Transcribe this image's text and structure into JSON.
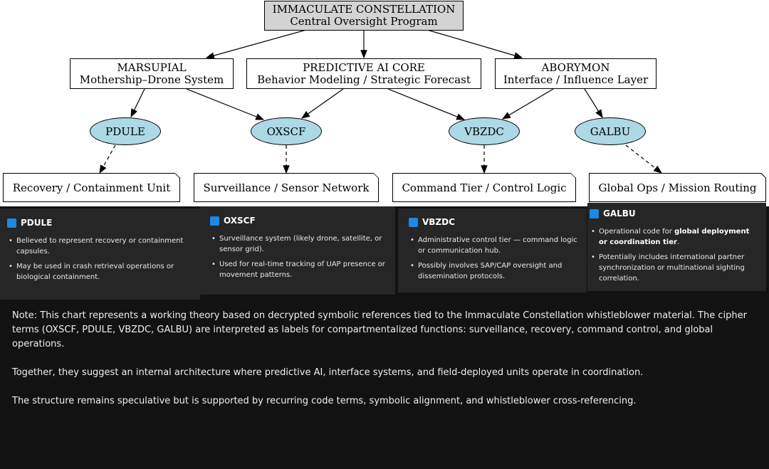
{
  "diagram": {
    "top": {
      "title": "IMMACULATE CONSTELLATION",
      "subtitle": "Central Oversight Program"
    },
    "branches": [
      {
        "title": "MARSUPIAL",
        "subtitle": "Mothership–Drone System"
      },
      {
        "title": "PREDICTIVE AI CORE",
        "subtitle": "Behavior Modeling / Strategic Forecast"
      },
      {
        "title": "ABORYMON",
        "subtitle": "Interface / Influence Layer"
      }
    ],
    "codes": [
      "PDULE",
      "OXSCF",
      "VBZDC",
      "GALBU"
    ],
    "functions": [
      "Recovery / Containment Unit",
      "Surveillance / Sensor Network",
      "Command Tier / Control Logic",
      "Global Ops / Mission Routing"
    ],
    "colors": {
      "top_fill": "#d3d3d3",
      "code_fill": "#add8e6",
      "panel_bg": "#262626",
      "page_bg": "#121212",
      "icon_square": "#1e88e5"
    }
  },
  "panels": [
    {
      "icon": "blue-square-icon",
      "heading": "PDULE",
      "bullets": [
        "Believed to represent recovery or containment capsules.",
        "May be used in crash retrieval operations or biological containment."
      ]
    },
    {
      "icon": "blue-square-icon",
      "heading": "OXSCF",
      "bullets": [
        "Surveillance system (likely drone, satellite, or sensor grid).",
        "Used for real-time tracking of UAP presence or movement patterns."
      ]
    },
    {
      "icon": "blue-square-icon",
      "heading": "VBZDC",
      "bullets": [
        "Administrative control tier — command logic or communication hub.",
        "Possibly involves SAP/CAP oversight and dissemination protocols."
      ]
    },
    {
      "icon": "blue-square-icon",
      "heading": "GALBU",
      "bullet1_pre": "Operational code for ",
      "bullet1_bold": "global deployment or coordination tier",
      "bullet1_post": ".",
      "bullet2": "Potentially includes international partner synchronization or multinational sighting correlation."
    }
  ],
  "note": [
    "Note: This chart represents a working theory based on decrypted symbolic references tied to the Immaculate Constellation whistleblower material. The cipher terms (OXSCF, PDULE, VBZDC, GALBU) are interpreted as labels for compartmentalized functions: surveillance, recovery, command control, and global operations.",
    "Together, they suggest an internal architecture where predictive AI, interface systems, and field-deployed units operate in coordination.",
    "The structure remains speculative but is supported by recurring code terms, symbolic alignment, and whistleblower cross-referencing."
  ]
}
